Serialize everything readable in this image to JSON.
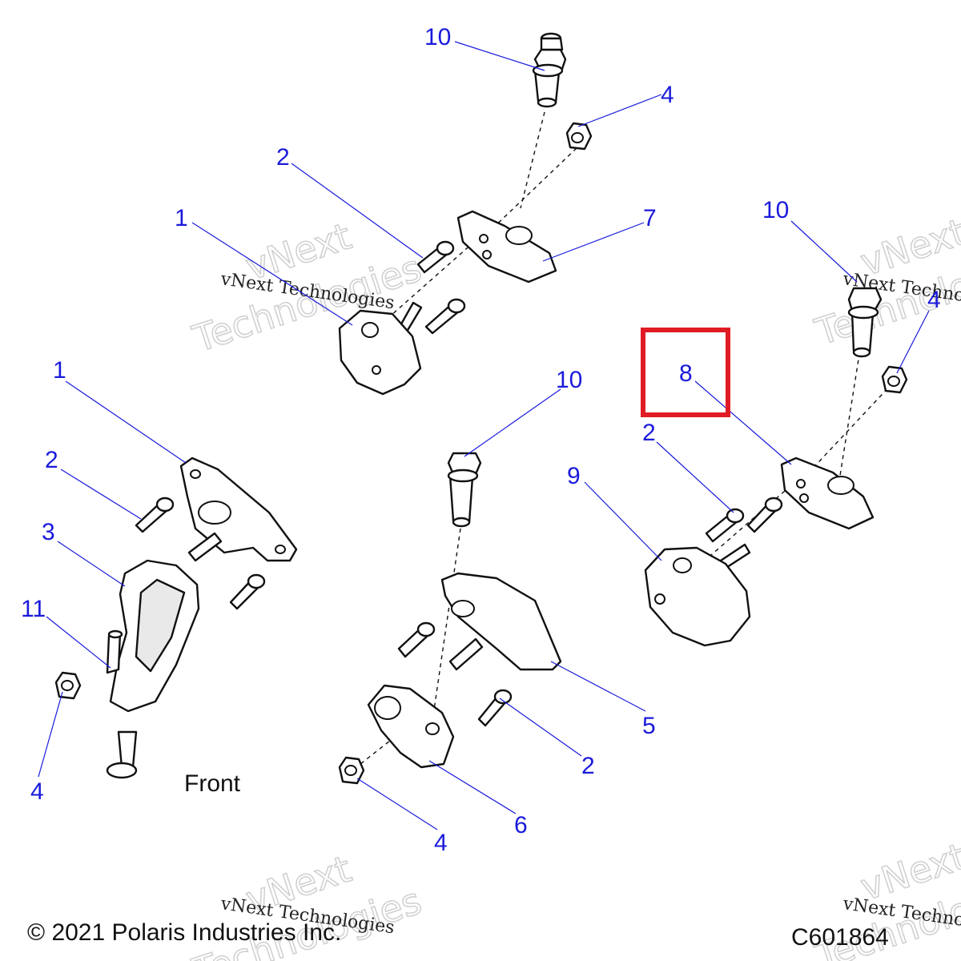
{
  "diagram": {
    "callouts": {
      "c10_top": "10",
      "c4_top": "4",
      "c2_top": "2",
      "c1_top": "1",
      "c7": "7",
      "c10_right": "10",
      "c4_right": "4",
      "c8": "8",
      "c2_right": "2",
      "c9": "9",
      "c10_mid": "10",
      "c1_left": "1",
      "c2_left": "2",
      "c3": "3",
      "c11": "11",
      "c4_left": "4",
      "c5": "5",
      "c2_mid": "2",
      "c6": "6",
      "c4_mid": "4"
    },
    "front_label": "Front",
    "copyright": "© 2021 Polaris Industries Inc.",
    "drawing_number": "C601864",
    "watermark": {
      "brand_line1": "vNext",
      "brand_line2": "Technologies",
      "small": "vNext Technologies"
    },
    "highlight_color": "#e01b24",
    "callout_color": "#1a1adb"
  }
}
